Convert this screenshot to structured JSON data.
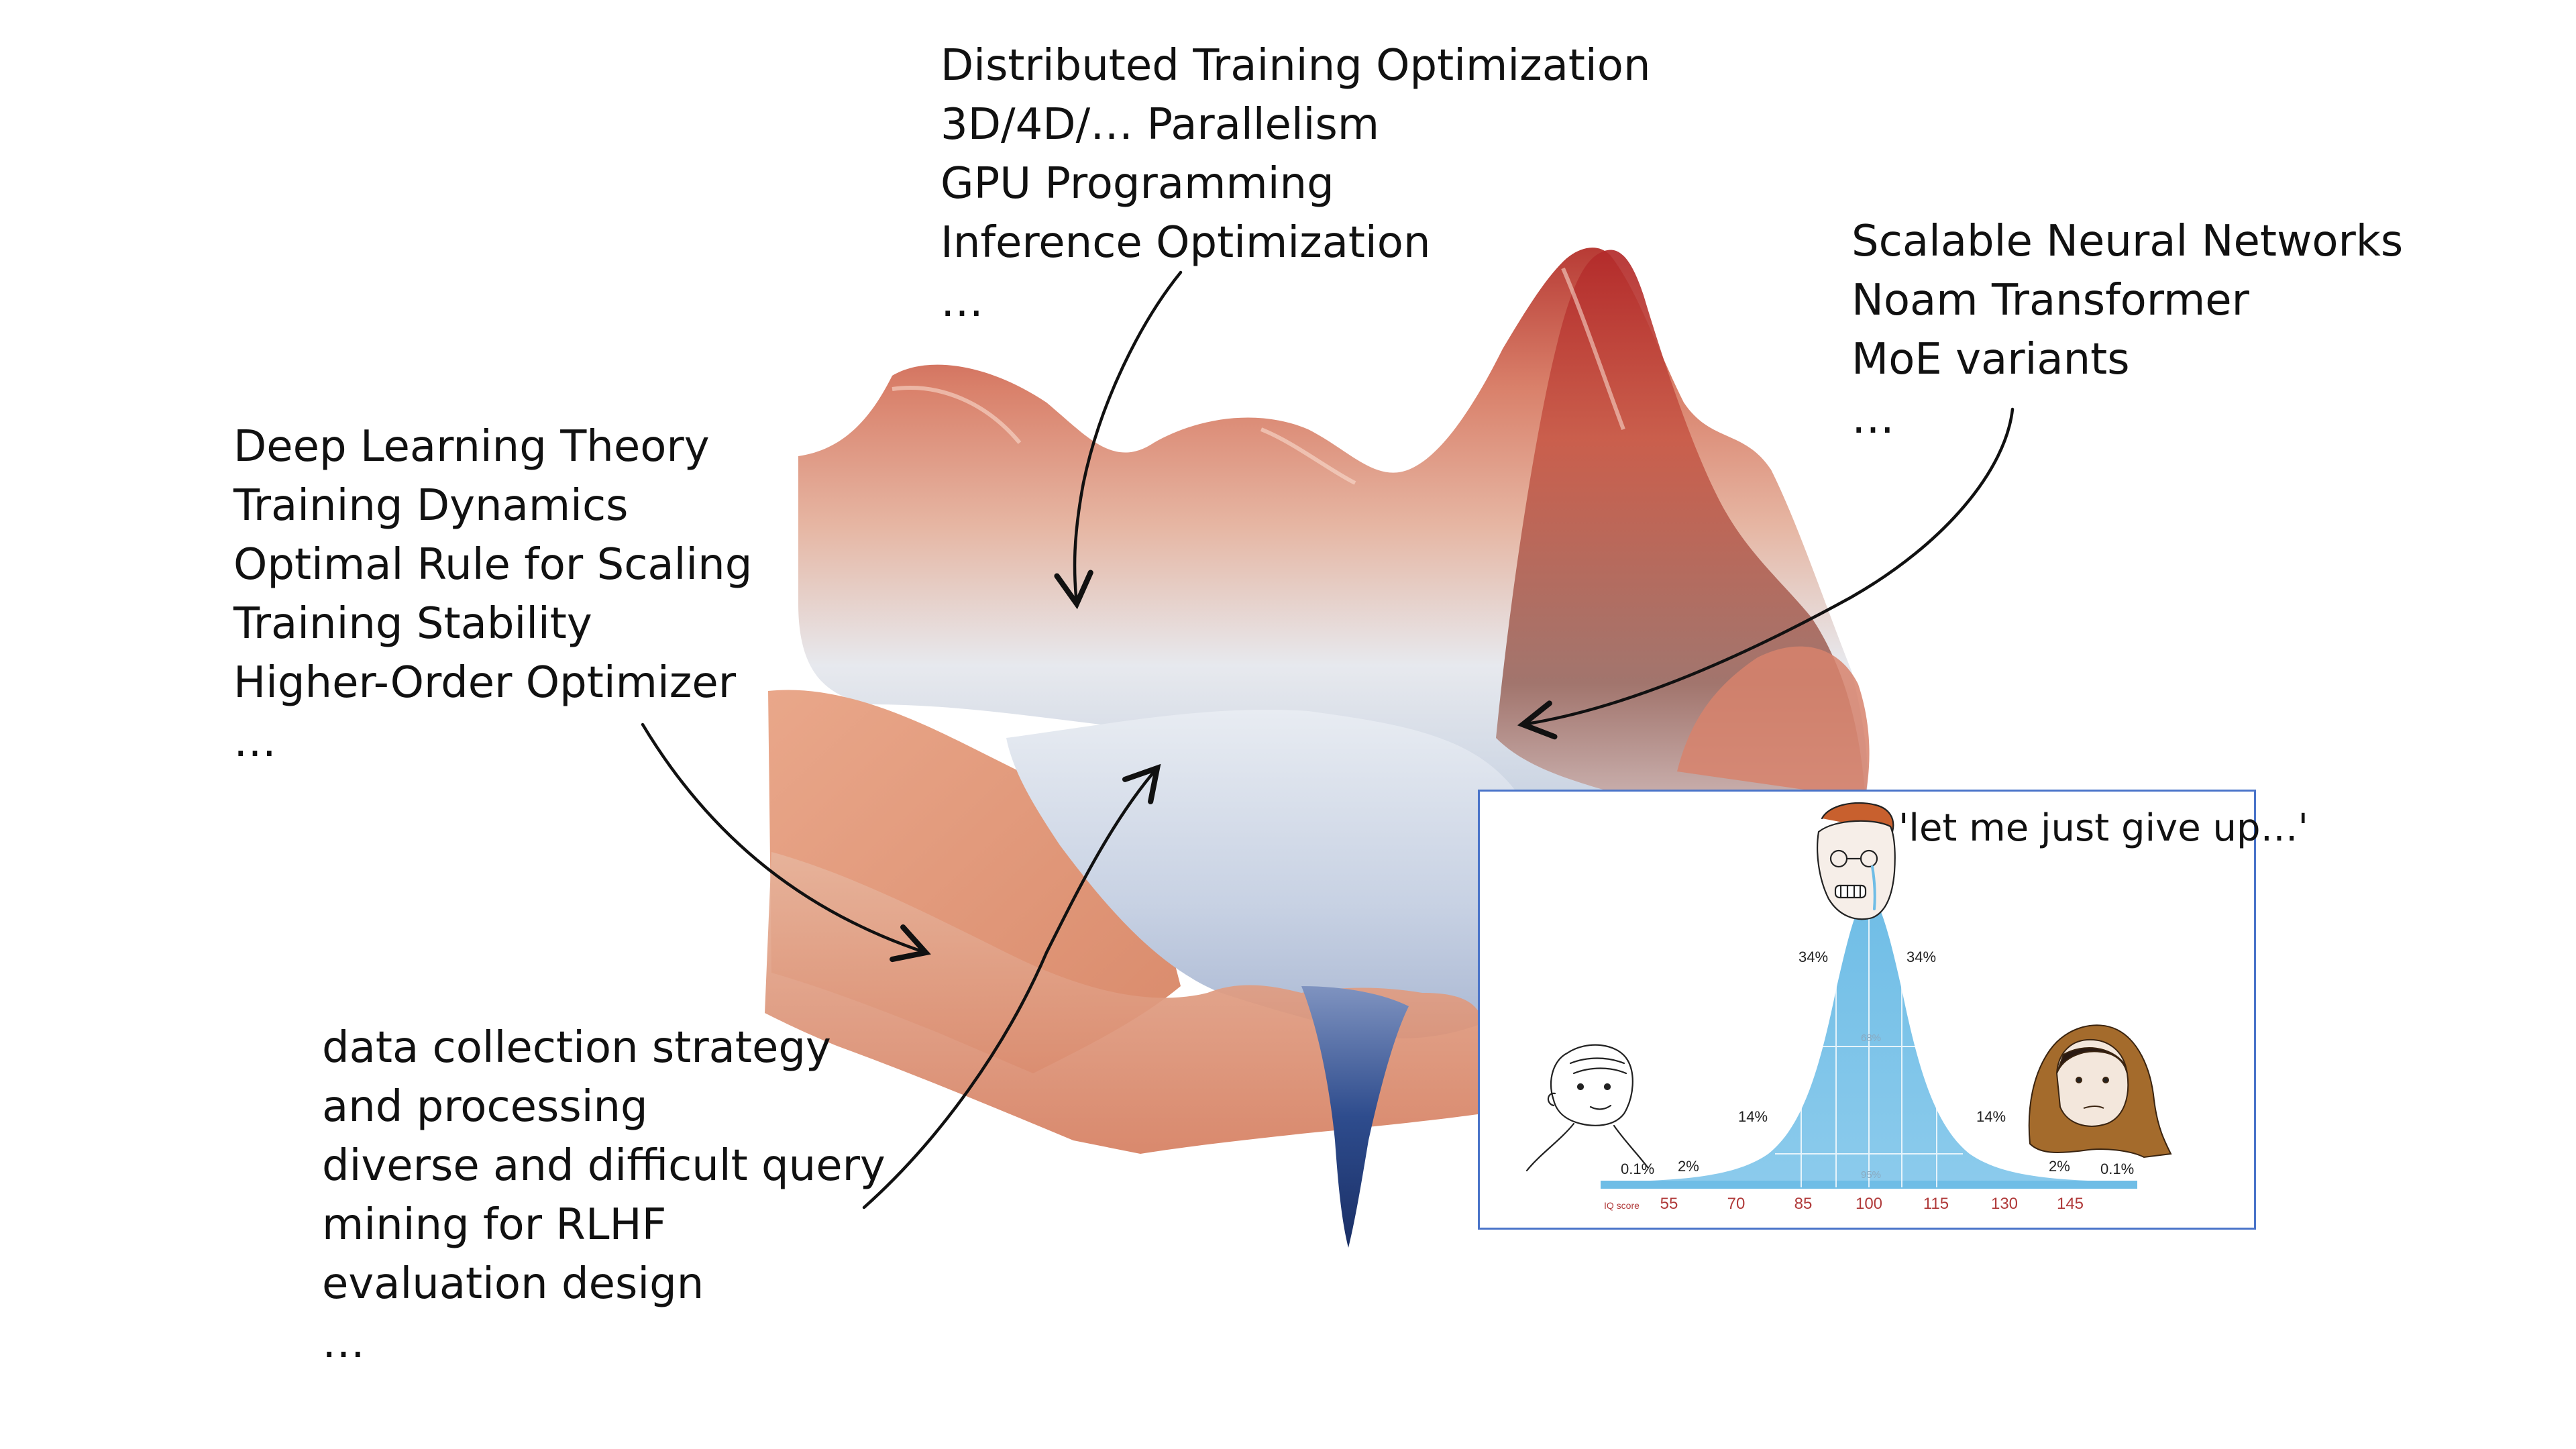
{
  "blocks": {
    "top": [
      "Distributed Training Optimization",
      "3D/4D/… Parallelism",
      "GPU Programming",
      "Inference Optimization",
      "…"
    ],
    "right": [
      "Scalable Neural Networks",
      "Noam Transformer",
      "MoE variants",
      "…"
    ],
    "left": [
      "Deep Learning Theory",
      "Training Dynamics",
      "Optimal Rule for Scaling",
      "Training Stability",
      "Higher-Order Optimizer",
      "…"
    ],
    "bottom": [
      "data collection strategy",
      "and processing",
      "diverse and difficult query",
      "mining for RLHF",
      "evaluation design",
      "…"
    ]
  },
  "inset": {
    "quote": "'let me just give up…'",
    "percent_labels": {
      "left_tail": "0.1%",
      "left_2": "2%",
      "left_14": "14%",
      "left_34": "34%",
      "right_34": "34%",
      "right_14": "14%",
      "right_2": "2%",
      "right_tail": "0.1%",
      "center_68": "68%",
      "center_95": "95%"
    },
    "axis_title": "IQ score",
    "ticks": [
      "55",
      "70",
      "85",
      "100",
      "115",
      "130",
      "145"
    ],
    "curve_color": "#6fbde6"
  },
  "colors": {
    "landscape_high": "#c0392b",
    "landscape_mid": "#e8a585",
    "landscape_low": "#e9edf2",
    "landscape_pit": "#1f3b78",
    "arrow": "#111111"
  }
}
